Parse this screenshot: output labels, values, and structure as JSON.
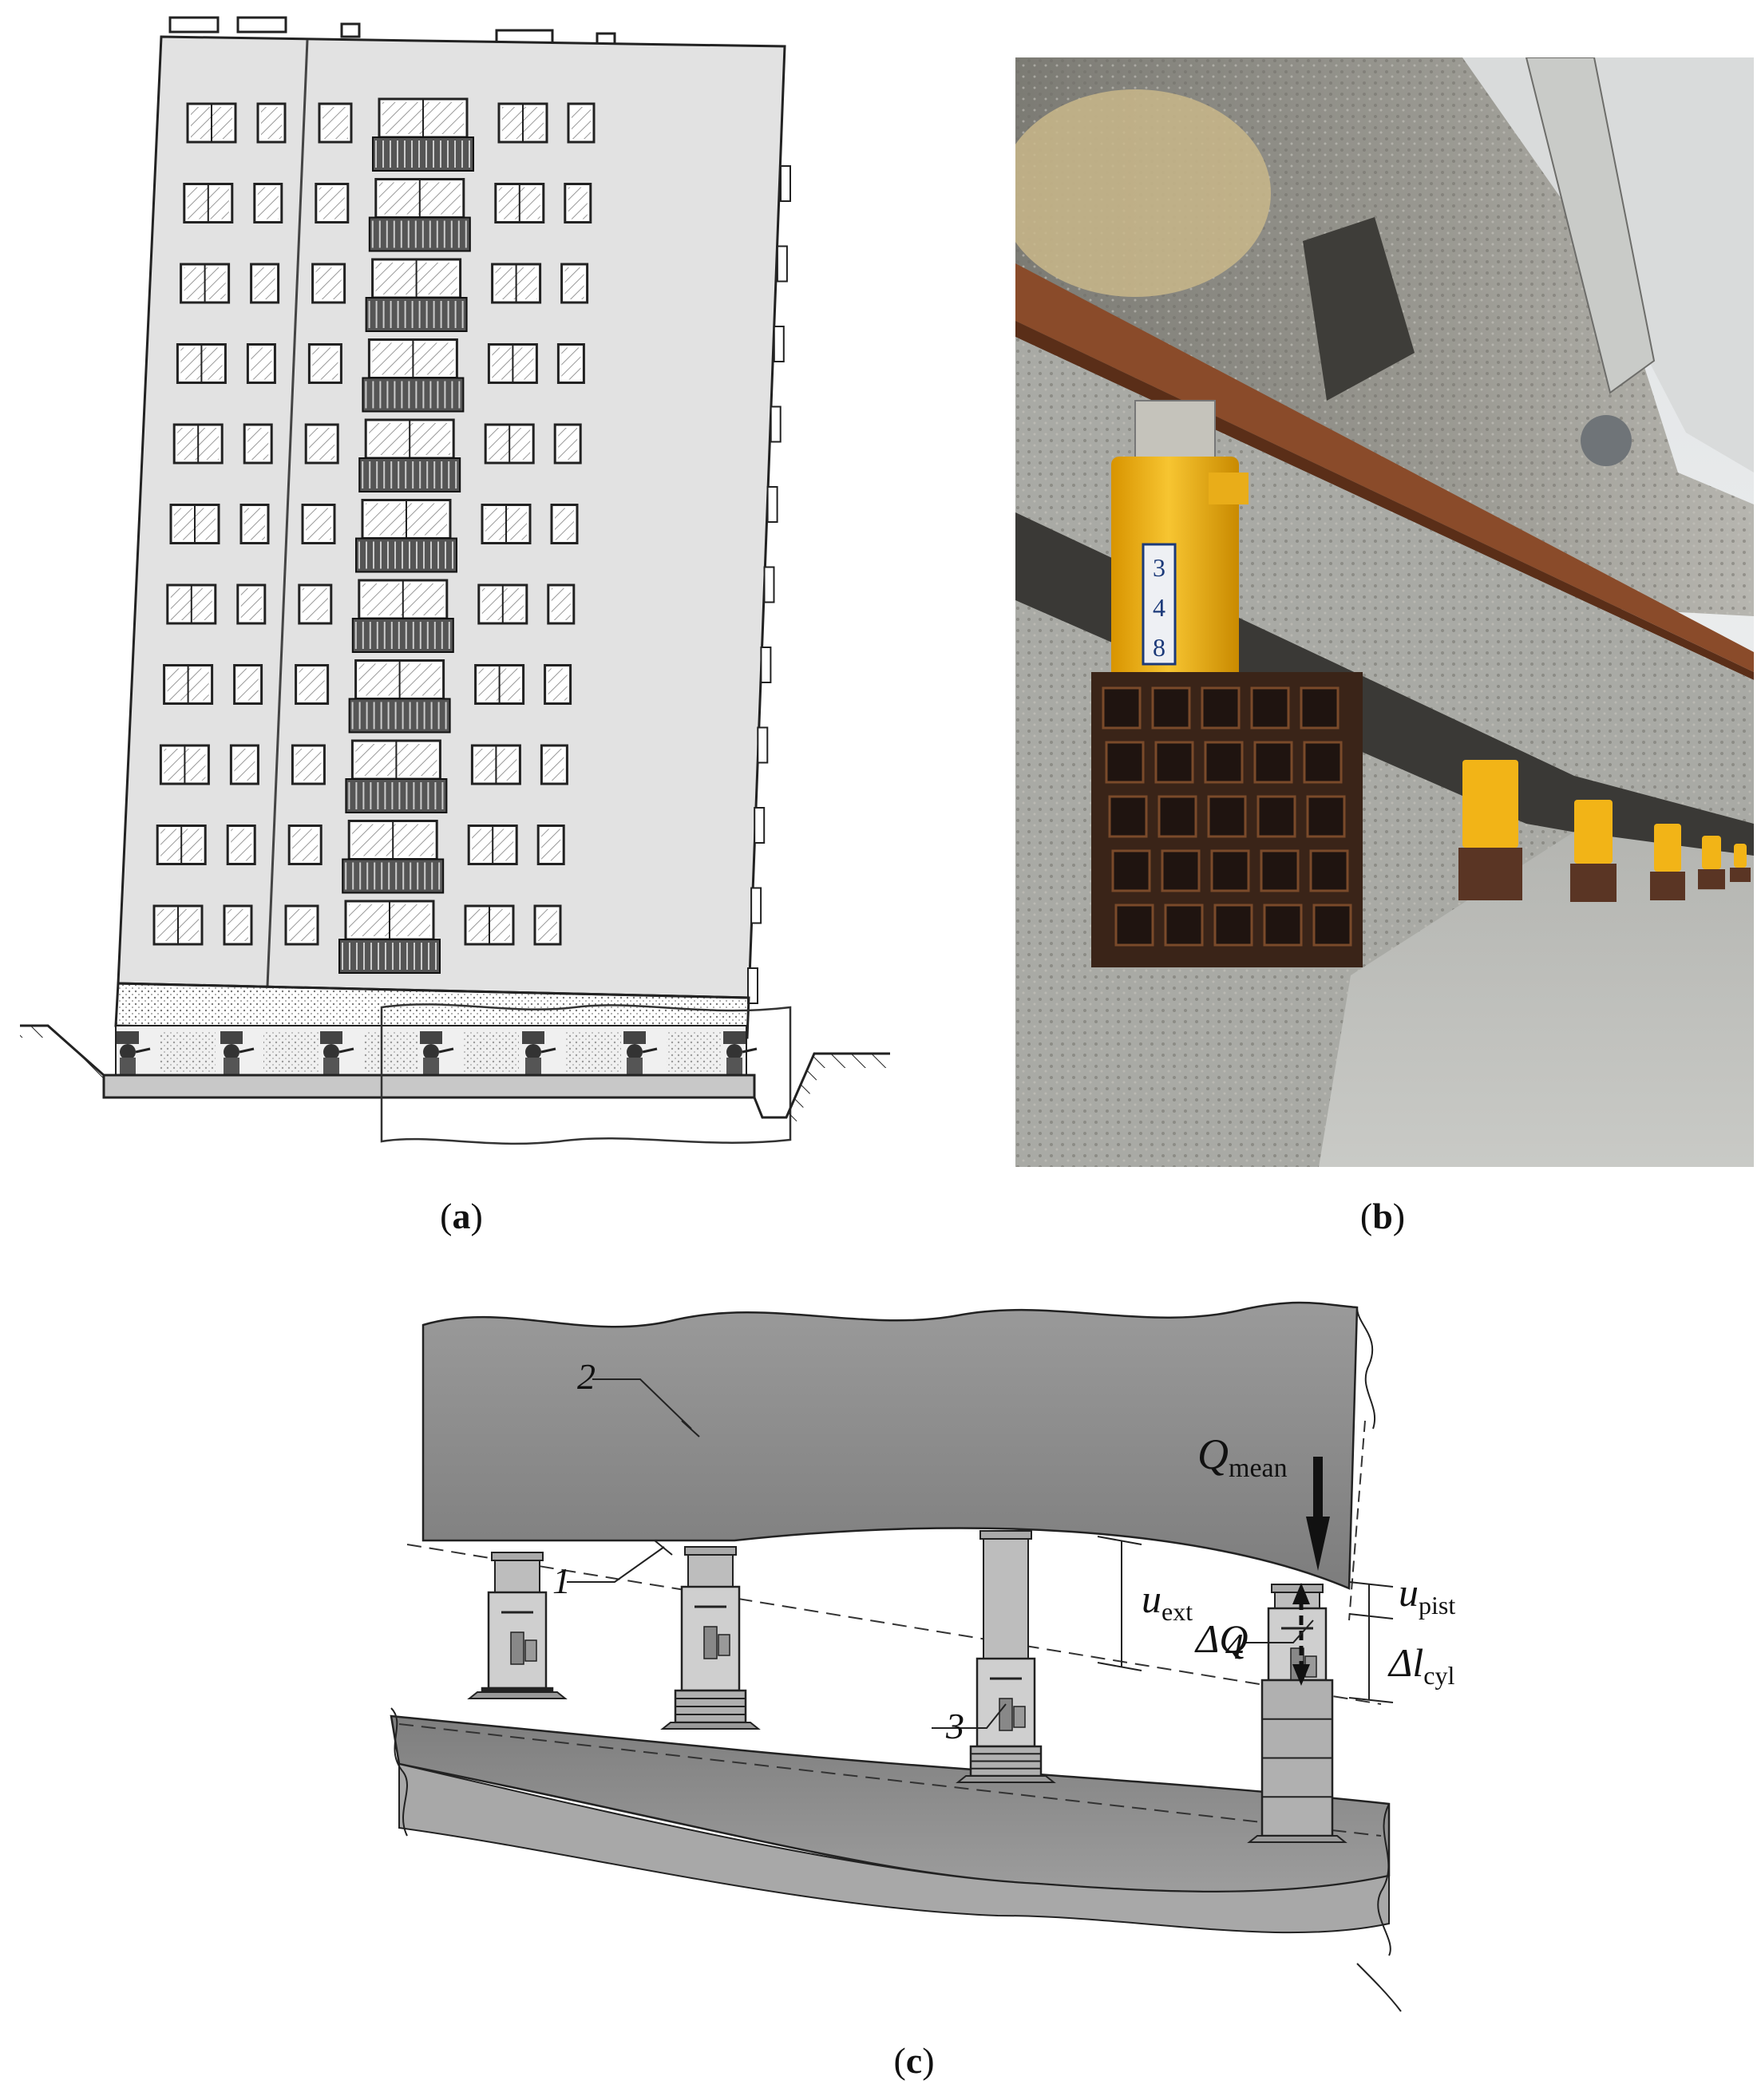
{
  "captions": {
    "a": {
      "open": "(",
      "letter": "a",
      "close": ")"
    },
    "b": {
      "open": "(",
      "letter": "b",
      "close": ")"
    },
    "c": {
      "open": "(",
      "letter": "c",
      "close": ")"
    }
  },
  "photo_labels": {
    "jack_number_1": "3",
    "jack_number_2": "4",
    "jack_number_3": "8"
  },
  "diagram_c": {
    "markers": {
      "m1": "1",
      "m2": "2",
      "m3": "3",
      "m4": "4"
    },
    "q_mean": {
      "main": "Q",
      "sub": "mean"
    },
    "delta_q": "ΔQ",
    "u_ext": {
      "main": "u",
      "sub": "ext"
    },
    "u_pist": {
      "main": "u",
      "sub": "pist"
    },
    "delta_l_cyl": {
      "main": "Δl",
      "sub": "cyl"
    }
  },
  "colors": {
    "facade": "#e2e2e2",
    "slab_dark": "#8a8a8a",
    "slab_light": "#b8b8b8",
    "jack_yellow": "#f2b417",
    "steel_rust": "#8a4b2a",
    "concrete": "#a9aaa5"
  }
}
